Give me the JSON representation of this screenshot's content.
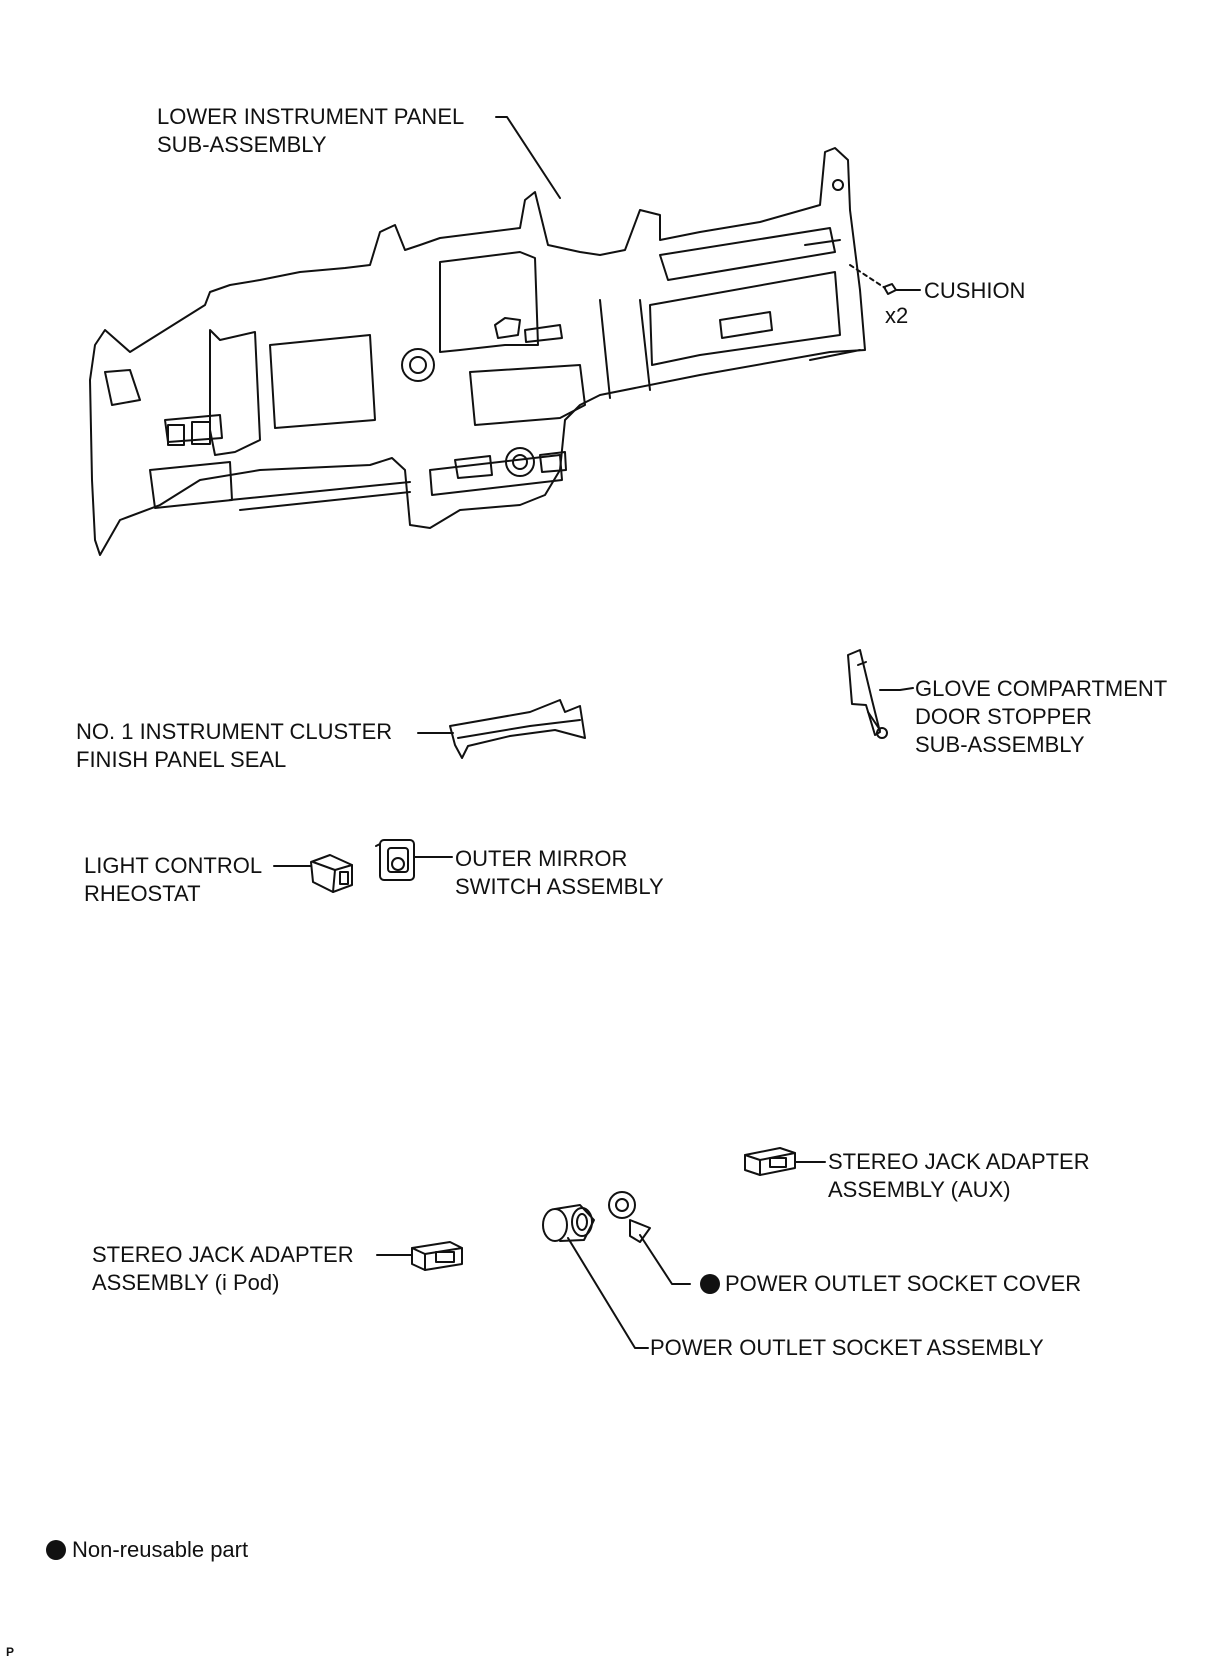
{
  "labels": {
    "lower_panel": [
      "LOWER INSTRUMENT PANEL",
      "SUB-ASSEMBLY"
    ],
    "cushion": "CUSHION",
    "cushion_qty": "x2",
    "glove_stopper": [
      "GLOVE COMPARTMENT",
      "DOOR STOPPER",
      "SUB-ASSEMBLY"
    ],
    "cluster_seal": [
      "NO. 1 INSTRUMENT CLUSTER",
      "FINISH PANEL SEAL"
    ],
    "light_rheostat": [
      "LIGHT CONTROL",
      "RHEOSTAT"
    ],
    "mirror_switch": [
      "OUTER MIRROR",
      "SWITCH ASSEMBLY"
    ],
    "jack_aux": [
      "STEREO JACK ADAPTER",
      "ASSEMBLY (AUX)"
    ],
    "jack_ipod": [
      "STEREO JACK ADAPTER",
      "ASSEMBLY (i Pod)"
    ],
    "socket_cover": "POWER OUTLET SOCKET COVER",
    "socket_assembly": "POWER OUTLET SOCKET ASSEMBLY"
  },
  "legend": {
    "text": "Non-reusable part"
  },
  "corner_mark": "P"
}
